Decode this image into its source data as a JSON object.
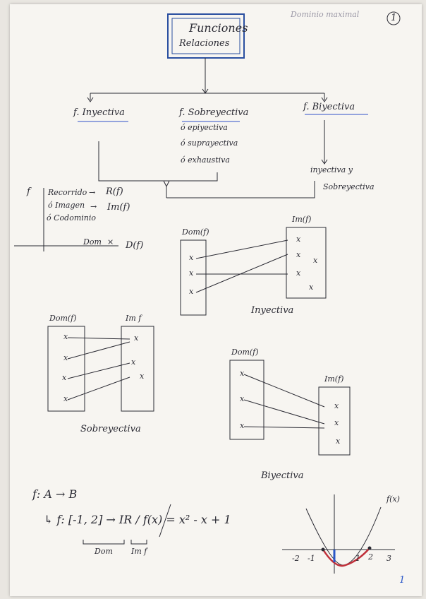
{
  "header": {
    "note": "Dominio maximal",
    "page_circle": "1"
  },
  "title_box": {
    "line1": "Funciones",
    "line2": "Relaciones"
  },
  "branches": {
    "injective": "f. Inyectiva",
    "surjective": "f. Sobreyectiva",
    "surjective_syn": [
      "ó epiyectiva",
      "ó suprayectiva",
      "ó exhaustiva"
    ],
    "bijective": "f. Biyectiva",
    "bijective_desc": [
      "inyectiva y",
      "Sobreyectiva"
    ]
  },
  "left_notes": {
    "f_label": "f",
    "lines": [
      "Recorrido",
      "ó Imagen",
      "ó Codominio"
    ],
    "arrow_targets": [
      "R(f)",
      "Im(f)"
    ],
    "domain_line": "Dom",
    "domain_target": "D(f)"
  },
  "diagram_injective": {
    "left_label": "Dom(f)",
    "right_label": "Im(f)",
    "caption": "Inyectiva"
  },
  "diagram_surjective": {
    "left_label": "Dom(f)",
    "right_label": "Im f",
    "caption": "Sobreyectiva"
  },
  "diagram_bijective": {
    "left_label": "Dom(f)",
    "right_label": "Im(f)",
    "caption": "Biyectiva"
  },
  "formula": {
    "line1": "f: A → B",
    "line2": "↳ f: [-1, 2] → IR / f(x) = x² - x + 1",
    "dom_label": "Dom",
    "im_label": "Im f"
  },
  "graph": {
    "fx_label": "f(x)",
    "ticks": [
      "-2",
      "-1",
      "1",
      "2",
      "3"
    ]
  },
  "page_number": "1",
  "colors": {
    "ink": "#2a2a33",
    "highlight_blue": "#7b8fd8",
    "red_curve": "#c0303a",
    "blue_mark": "#2a57c8"
  }
}
